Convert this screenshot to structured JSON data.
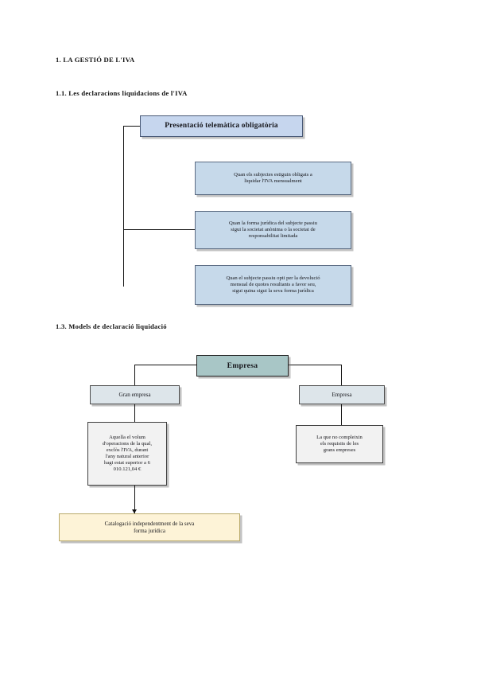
{
  "document": {
    "headings": {
      "main": "1. LA GESTIÓ DE L'IVA",
      "sub1": "1.1. Les declaracions liquidacions de l'IVA",
      "sub2": "1.3. Models de declaració liquidació"
    }
  },
  "diagram1": {
    "title_box": "Presentació telemàtica obligatòria",
    "conditions": [
      "Quan els subjectes estiguin obligats a\nliquidar l'IVA mensualment",
      "Quan la forma jurídica del subjecte passiu\nsigui la societat anònima o la societat de\nresponsabilitat limitada",
      "Quan el subjecte passiu opti per la devolució\nmensual de quotes resultants a favor seu,\nsigui quina sigui la seva forma jurídica"
    ],
    "colors": {
      "title_fill": "#c6d6ee",
      "condition_fill": "#c6d9ea",
      "border": "#5b6b82"
    }
  },
  "diagram2": {
    "root_box": "Empresa",
    "children": [
      {
        "label": "Gran empresa"
      },
      {
        "label": "Empresa"
      }
    ],
    "details": {
      "left": "Aquella el volum\nd'operacions de la qual,\nexclòs l'IVA, durant\nl'any natural anterior\nhagi estat superior a 6\n010.121,04 €",
      "right": "La que no compleixin\nels requisits de les\ngrans empreses"
    },
    "footer_box": "Catalogació independentment de la seva\nforma jurídica",
    "colors": {
      "root_fill": "#a8c6c6",
      "child_fill": "#dde5ea",
      "detail_fill": "#f2f2f2",
      "footer_fill": "#fdf3d7"
    }
  }
}
